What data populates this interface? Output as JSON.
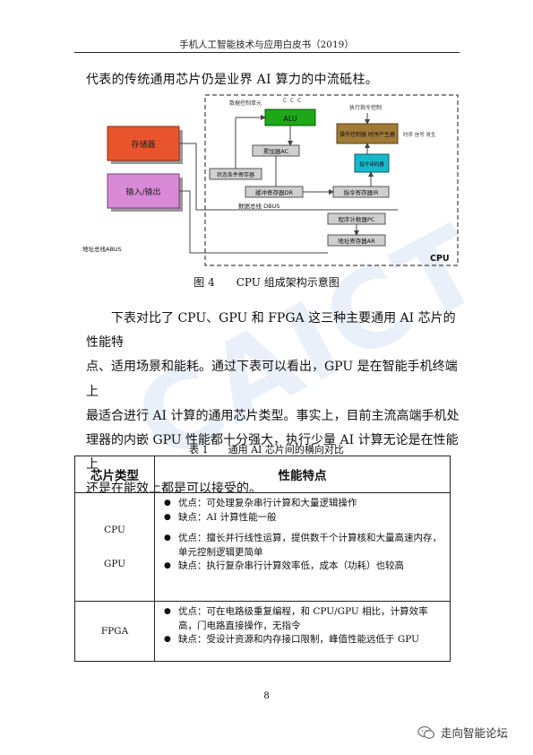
{
  "header": {
    "title": "手机人工智能技术与应用白皮书（2019）"
  },
  "intro_line": "代表的传统通用芯片仍是业界 AI 算力的中流砥柱。",
  "diagram": {
    "labels": {
      "memory": "存储器",
      "io": "输入/输出",
      "cpu": "CPU",
      "alu": "ALU",
      "acc": "累加器AC",
      "psw": "状态条件寄存器",
      "dr": "缓冲寄存器DR",
      "ir": "指令寄存器IR",
      "pc": "程序计数器PC",
      "ar": "地址寄存器AR",
      "id": "指令译码器",
      "ctrl": "操作控制器 时序产生器",
      "data_ctrl": "数据控制单元",
      "exec_ctrl": "执行指令控制",
      "ctrl_signals": "时序 信号 发生",
      "dbus": "数据总线 DBUS",
      "abus": "地址总线ABUS",
      "c": "C"
    },
    "colors": {
      "memory": "#e8552c",
      "io": "#d98ad6",
      "alu": "#1ea818",
      "ctrl": "#a07a36",
      "id": "#18b8cc",
      "reg": "#cfcfcf",
      "dash": "#444444"
    }
  },
  "figure_caption": "图 4　　CPU 组成架构示意图",
  "paragraph": [
    "下表对比了 CPU、GPU 和 FPGA 这三种主要通用 AI 芯片的性能特",
    "点、适用场景和能耗。通过下表可以看出，GPU 是在智能手机终端上",
    "最适合进行 AI 计算的通用芯片类型。事实上，目前主流高端手机处",
    "理器的内嵌 GPU 性能都十分强大，执行少量 AI 计算无论是在性能上",
    "还是在能效上都是可以接受的。"
  ],
  "table": {
    "caption": "表 1　　通用 AI 芯片间的横向对比",
    "headers": [
      "芯片类型",
      "性能特点"
    ],
    "rows": [
      {
        "type": "CPU",
        "points": [
          "优点：可处理复杂串行计算和大量逻辑操作",
          "缺点：AI 计算性能一般"
        ]
      },
      {
        "type": "GPU",
        "points": [
          "优点：擅长并行线性运算，提供数千个计算核和大量高速内存，单元控制逻辑更简单",
          "缺点：执行复杂串行计算效率低，成本（功耗）也较高"
        ]
      },
      {
        "type": "FPGA",
        "points": [
          "优点：可在电路级重复编程，和 CPU/GPU 相比，计算效率高，门电路直接操作，无指令",
          "缺点：受设计资源和内存接口限制，峰值性能远低于 GPU"
        ]
      }
    ]
  },
  "page_number": "8",
  "brand": {
    "name": "走向智能论坛",
    "icon": "wechat-icon"
  },
  "watermark": "CAICT"
}
